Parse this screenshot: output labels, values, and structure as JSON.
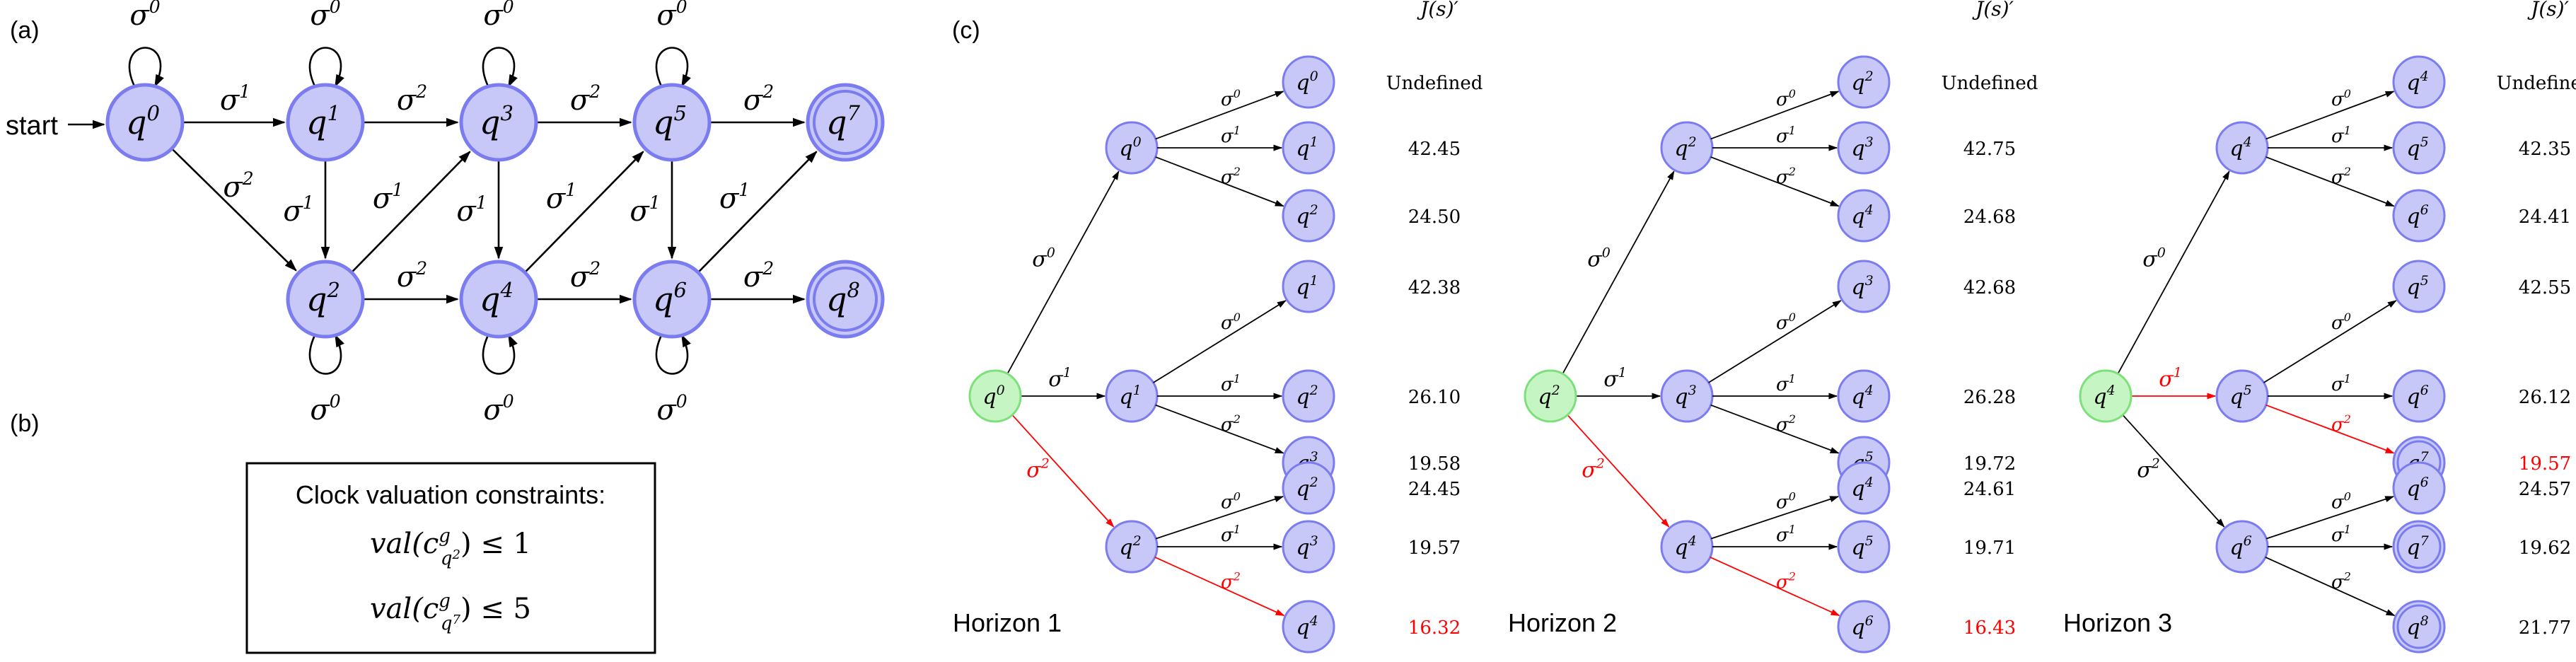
{
  "panel_labels": {
    "a": "(a)",
    "b": "(b)",
    "c": "(c)"
  },
  "automaton": {
    "start_label": "start",
    "states": {
      "q0": "0",
      "q1": "1",
      "q2": "2",
      "q3": "3",
      "q4": "4",
      "q5": "5",
      "q6": "6",
      "q7": "7",
      "q8": "8"
    },
    "accepting_states": [
      "q7",
      "q8"
    ],
    "edges": [
      {
        "from": "q0",
        "to": "q0",
        "action": "0"
      },
      {
        "from": "q1",
        "to": "q1",
        "action": "0"
      },
      {
        "from": "q3",
        "to": "q3",
        "action": "0"
      },
      {
        "from": "q5",
        "to": "q5",
        "action": "0"
      },
      {
        "from": "q2",
        "to": "q2",
        "action": "0"
      },
      {
        "from": "q4",
        "to": "q4",
        "action": "0"
      },
      {
        "from": "q6",
        "to": "q6",
        "action": "0"
      },
      {
        "from": "q0",
        "to": "q1",
        "action": "1"
      },
      {
        "from": "q1",
        "to": "q3",
        "action": "2"
      },
      {
        "from": "q3",
        "to": "q5",
        "action": "2"
      },
      {
        "from": "q5",
        "to": "q7",
        "action": "2"
      },
      {
        "from": "q0",
        "to": "q2",
        "action": "2"
      },
      {
        "from": "q1",
        "to": "q2",
        "action": "1"
      },
      {
        "from": "q2",
        "to": "q3",
        "action": "1"
      },
      {
        "from": "q3",
        "to": "q4",
        "action": "1"
      },
      {
        "from": "q4",
        "to": "q5",
        "action": "1"
      },
      {
        "from": "q5",
        "to": "q6",
        "action": "1"
      },
      {
        "from": "q6",
        "to": "q7",
        "action": "1"
      },
      {
        "from": "q2",
        "to": "q4",
        "action": "2"
      },
      {
        "from": "q4",
        "to": "q6",
        "action": "2"
      },
      {
        "from": "q6",
        "to": "q8",
        "action": "2"
      }
    ]
  },
  "constraints": {
    "title": "Clock valuation constraints:",
    "items": [
      {
        "fn": "val",
        "clock_sup": "g",
        "state_sub": "2",
        "op": "≤",
        "value": "1"
      },
      {
        "fn": "val",
        "clock_sup": "g",
        "state_sub": "7",
        "op": "≤",
        "value": "5"
      }
    ]
  },
  "horizons": [
    {
      "label": "Horizon 1",
      "root": "0",
      "cost_header": "J(s)′",
      "chosen_action": "2",
      "branches": [
        {
          "action": "0",
          "state": "0",
          "leaves": [
            {
              "action": "0",
              "state": "0",
              "cost": "Undefined"
            },
            {
              "action": "1",
              "state": "1",
              "cost": "42.45"
            },
            {
              "action": "2",
              "state": "2",
              "cost": "24.50"
            }
          ]
        },
        {
          "action": "1",
          "state": "1",
          "leaves": [
            {
              "action": "0",
              "state": "1",
              "cost": "42.38"
            },
            {
              "action": "1",
              "state": "2",
              "cost": "26.10"
            },
            {
              "action": "2",
              "state": "3",
              "cost": "19.58"
            }
          ]
        },
        {
          "action": "2",
          "state": "2",
          "highlight": true,
          "leaves": [
            {
              "action": "0",
              "state": "2",
              "cost": "24.45"
            },
            {
              "action": "1",
              "state": "3",
              "cost": "19.57"
            },
            {
              "action": "2",
              "state": "4",
              "cost": "16.32",
              "highlight": true
            }
          ]
        }
      ]
    },
    {
      "label": "Horizon 2",
      "root": "2",
      "cost_header": "J(s)′",
      "chosen_action": "2",
      "branches": [
        {
          "action": "0",
          "state": "2",
          "leaves": [
            {
              "action": "0",
              "state": "2",
              "cost": "Undefined"
            },
            {
              "action": "1",
              "state": "3",
              "cost": "42.75"
            },
            {
              "action": "2",
              "state": "4",
              "cost": "24.68"
            }
          ]
        },
        {
          "action": "1",
          "state": "3",
          "leaves": [
            {
              "action": "0",
              "state": "3",
              "cost": "42.68"
            },
            {
              "action": "1",
              "state": "4",
              "cost": "26.28"
            },
            {
              "action": "2",
              "state": "5",
              "cost": "19.72"
            }
          ]
        },
        {
          "action": "2",
          "state": "4",
          "highlight": true,
          "leaves": [
            {
              "action": "0",
              "state": "4",
              "cost": "24.61"
            },
            {
              "action": "1",
              "state": "5",
              "cost": "19.71"
            },
            {
              "action": "2",
              "state": "6",
              "cost": "16.43",
              "highlight": true
            }
          ]
        }
      ]
    },
    {
      "label": "Horizon 3",
      "root": "4",
      "cost_header": "J(s)′",
      "chosen_action": "1",
      "branches": [
        {
          "action": "0",
          "state": "4",
          "leaves": [
            {
              "action": "0",
              "state": "4",
              "cost": "Undefined"
            },
            {
              "action": "1",
              "state": "5",
              "cost": "42.35"
            },
            {
              "action": "2",
              "state": "6",
              "cost": "24.41"
            }
          ]
        },
        {
          "action": "1",
          "state": "5",
          "highlight": true,
          "leaves": [
            {
              "action": "0",
              "state": "5",
              "cost": "42.55"
            },
            {
              "action": "1",
              "state": "6",
              "cost": "26.12"
            },
            {
              "action": "2",
              "state": "7",
              "cost": "19.57",
              "highlight": true,
              "accepting": true
            }
          ]
        },
        {
          "action": "2",
          "state": "6",
          "leaves": [
            {
              "action": "0",
              "state": "6",
              "cost": "24.57"
            },
            {
              "action": "1",
              "state": "7",
              "cost": "19.62",
              "accepting": true
            },
            {
              "action": "2",
              "state": "8",
              "cost": "21.77",
              "accepting": true
            }
          ]
        }
      ]
    }
  ],
  "colors": {
    "state_fill": "#c7c8f7",
    "state_stroke": "#7b7cf0",
    "root_fill": "#c6f5c4",
    "root_stroke": "#7ee07a",
    "highlight": "#ff0000",
    "text": "#000000"
  }
}
